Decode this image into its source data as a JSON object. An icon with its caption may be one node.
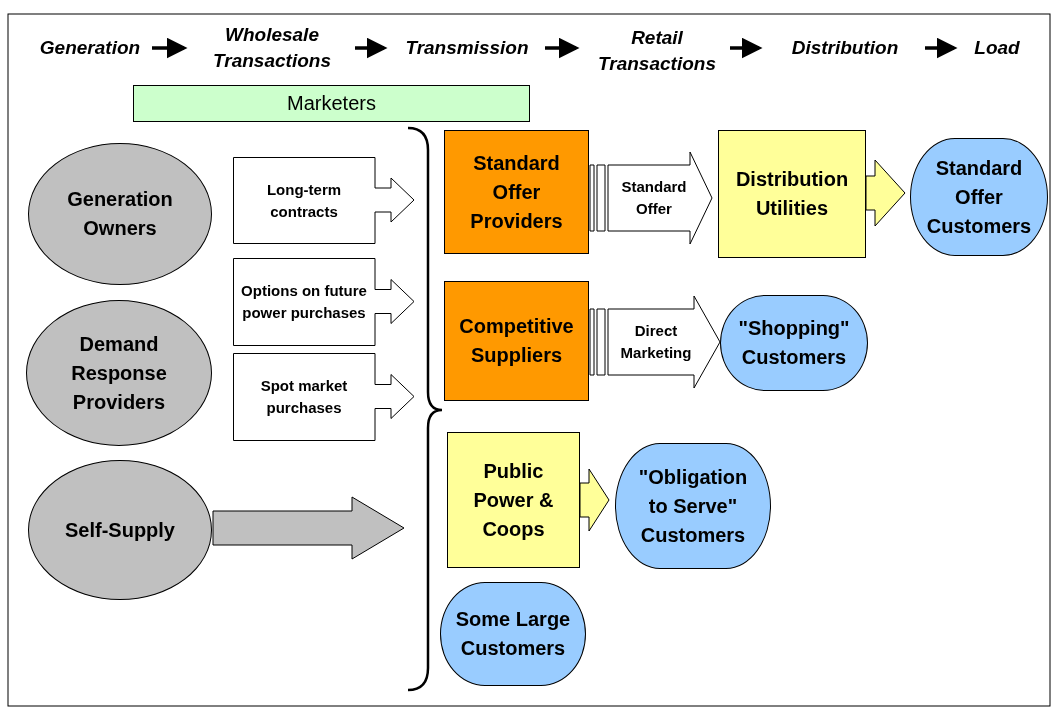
{
  "diagram": {
    "nodes": [
      {
        "text": [
          "Generation"
        ]
      },
      {
        "text": [
          "Wholesale Transactions"
        ]
      },
      {
        "text": [
          "Transmission"
        ]
      },
      {
        "text": [
          "Retail Transactions"
        ]
      },
      {
        "text": [
          "Distribution"
        ]
      },
      {
        "text": [
          "Load"
        ]
      },
      {
        "text": [
          "Marketers"
        ]
      },
      {
        "text": [
          "Generation Owners"
        ]
      },
      {
        "text": [
          "Demand Response Providers"
        ]
      },
      {
        "text": [
          "Self-Supply"
        ]
      },
      {
        "text": [
          "Long-term contracts"
        ]
      },
      {
        "text": [
          "Options on future power purchases"
        ]
      },
      {
        "text": [
          "Spot market purchases"
        ]
      },
      {
        "text": [
          "Standard Offer Providers"
        ]
      },
      {
        "text": [
          "Competitive Suppliers"
        ]
      },
      {
        "text": [
          "Public Power & Coops"
        ]
      },
      {
        "text": [
          "Some Large Customers"
        ]
      },
      {
        "text": [
          "Distribution Utilities"
        ]
      },
      {
        "text": [
          "Standard Offer Customers"
        ]
      },
      {
        "text": [
          "\"Shopping\" Customers"
        ]
      },
      {
        "text": [
          "\"Obligation to Serve\" Customers"
        ]
      }
    ],
    "edges": [
      {
        "from": 0,
        "to": 1,
        "arrow": "to"
      },
      {
        "from": 1,
        "to": 2,
        "arrow": "to"
      },
      {
        "from": 2,
        "to": 3,
        "arrow": "to"
      },
      {
        "from": 3,
        "to": 4,
        "arrow": "to"
      },
      {
        "from": 4,
        "to": 5,
        "arrow": "to"
      },
      {
        "from": 9,
        "to": null,
        "arrow": "to",
        "style": "thick",
        "color": "#c0c0c0"
      },
      {
        "from": 13,
        "to": 17,
        "arrow": "to",
        "style": "thick",
        "label": "Standard Offer"
      },
      {
        "from": 14,
        "to": 19,
        "arrow": "to",
        "style": "thick",
        "label": "Direct Marketing"
      },
      {
        "from": 17,
        "to": 18,
        "arrow": "to",
        "style": "thick",
        "color": "#ffff99"
      },
      {
        "from": 15,
        "to": 20,
        "arrow": "to",
        "style": "thick",
        "color": "#ffff99"
      }
    ]
  }
}
